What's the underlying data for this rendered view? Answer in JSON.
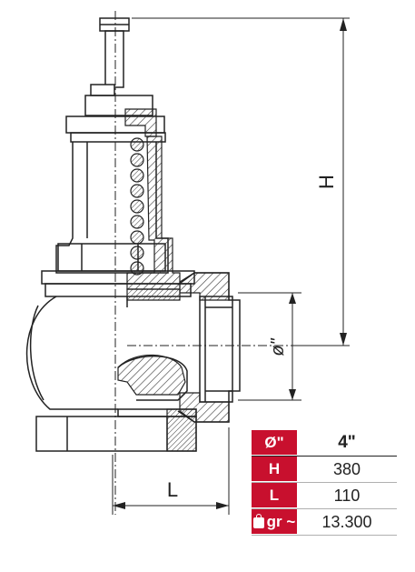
{
  "drawing": {
    "dimension_labels": {
      "height": "H",
      "length": "L",
      "diameter": "ø\""
    }
  },
  "spec_table": {
    "rows": [
      {
        "label": "Ø\"",
        "value": "4\""
      },
      {
        "label": "H",
        "value": "380"
      },
      {
        "label": "L",
        "value": "110"
      },
      {
        "label": "gr ~",
        "value": "13.300",
        "icon": "weight-icon"
      }
    ]
  },
  "colors": {
    "accent": "#c8102e",
    "line": "#222222"
  }
}
